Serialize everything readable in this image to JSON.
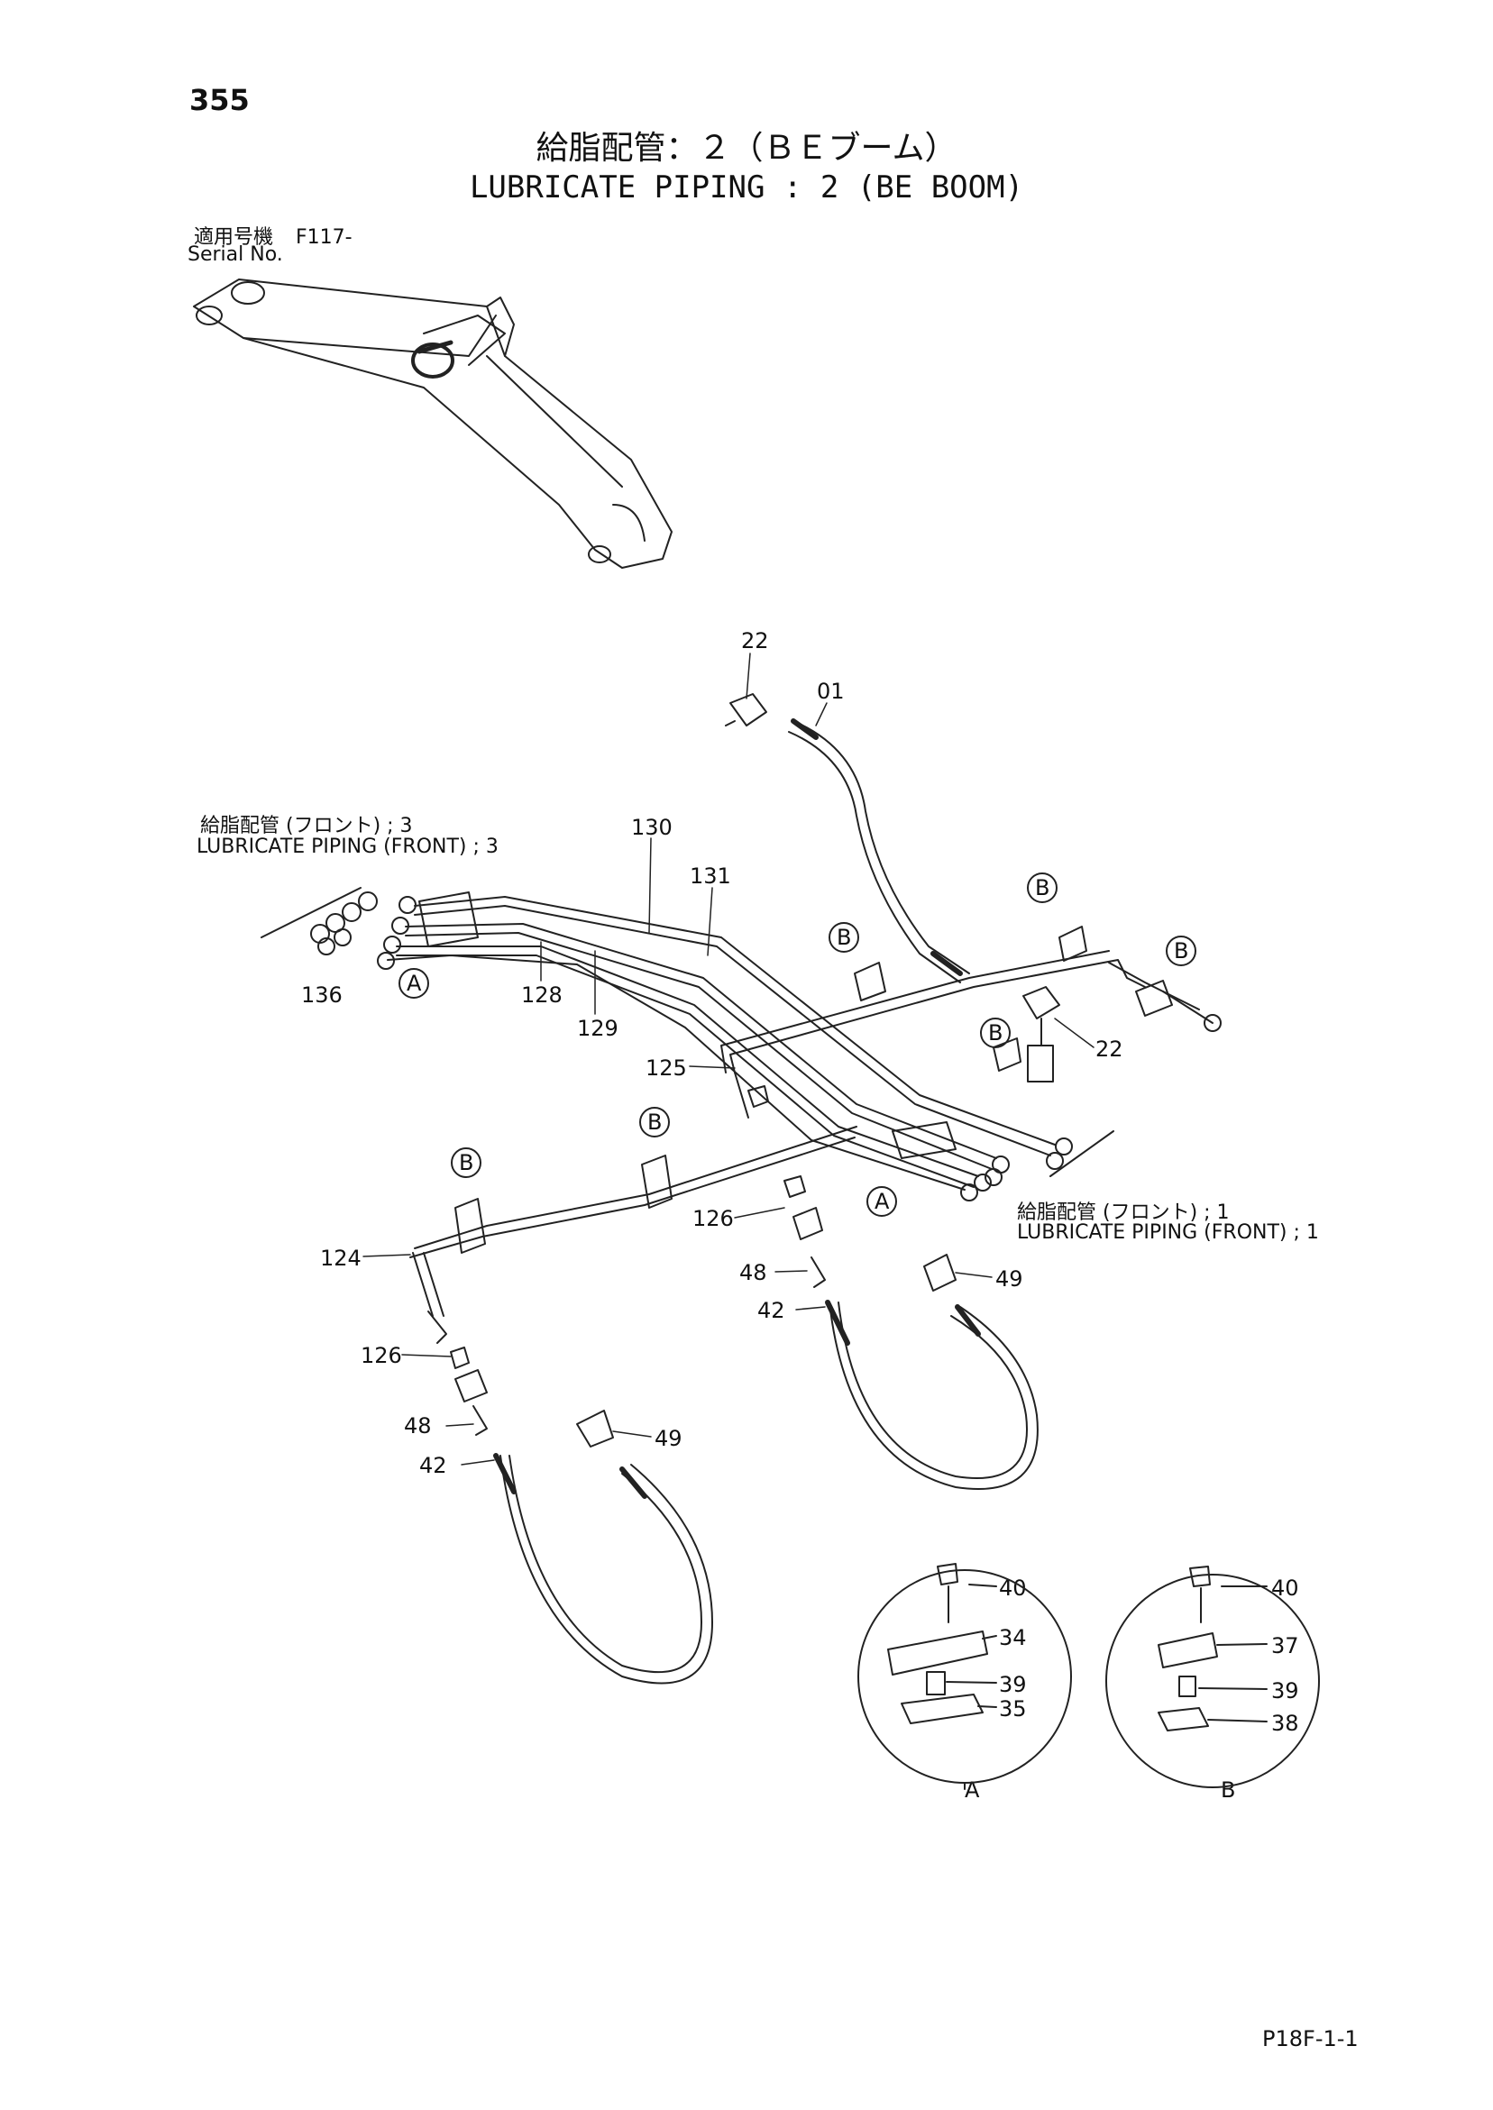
{
  "page_number": "355",
  "title_jp": "給脂配管：２（ＢＥブーム）",
  "title_en": "LUBRICATE PIPING : 2 (BE BOOM)",
  "applicable_jp": "適用号機",
  "applicable_model": "F117-",
  "serial_label": "Serial No.",
  "ref_front3_jp": "給脂配管 (フロント) ; 3",
  "ref_front3_en": "LUBRICATE  PIPING (FRONT) ; 3",
  "ref_front1_jp": "給脂配管 (フロント) ; 1",
  "ref_front1_en": "LUBRICATE  PIPING (FRONT) ; 1",
  "callouts": {
    "c22a": "22",
    "c01": "01",
    "c130": "130",
    "c131": "131",
    "c136": "136",
    "c128": "128",
    "c129": "129",
    "c125": "125",
    "c22b": "22",
    "c124": "124",
    "c126a": "126",
    "c126b": "126",
    "c48a": "48",
    "c48b": "48",
    "c42a": "42",
    "c42b": "42",
    "c49a": "49",
    "c49b": "49",
    "c40a": "40",
    "c34": "34",
    "c39a": "39",
    "c35": "35",
    "c40b": "40",
    "c37": "37",
    "c39b": "39",
    "c38": "38"
  },
  "markers": {
    "a": "A",
    "b": "B"
  },
  "detail_labels": {
    "a": "A",
    "b": "B"
  },
  "drawing_code": "P18F-1-1"
}
